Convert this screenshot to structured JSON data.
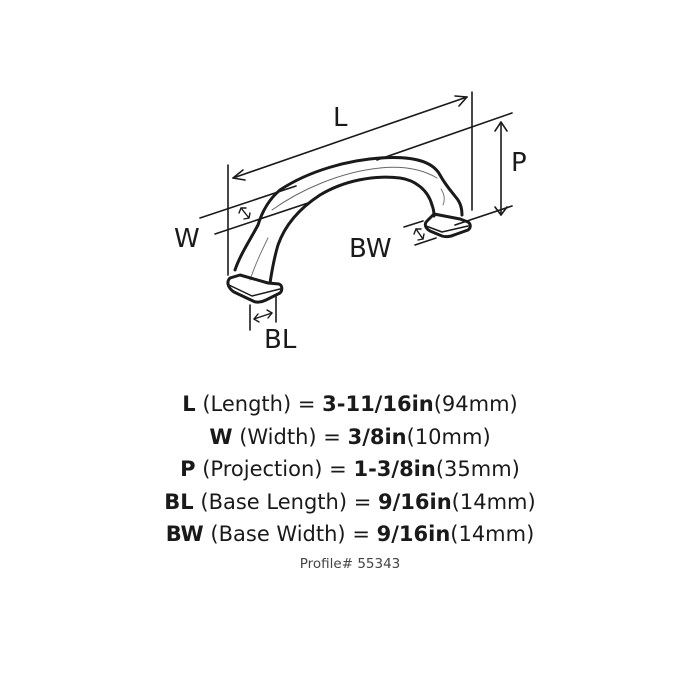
{
  "diagram": {
    "labels": {
      "length": "L",
      "width": "W",
      "projection": "P",
      "base_width": "BW",
      "base_length": "BL"
    }
  },
  "specs": [
    {
      "code": "L",
      "desc": "(Length)",
      "eq": "=",
      "value": "3-11/16in",
      "metric": "(94mm)"
    },
    {
      "code": "W",
      "desc": "(Width)",
      "eq": "=",
      "value": "3/8in",
      "metric": "(10mm)"
    },
    {
      "code": "P",
      "desc": "(Projection)",
      "eq": "=",
      "value": "1-3/8in",
      "metric": "(35mm)"
    },
    {
      "code": "BL",
      "desc": "(Base Length)",
      "eq": "=",
      "value": "9/16in",
      "metric": "(14mm)"
    },
    {
      "code": "BW",
      "desc": "(Base Width)",
      "eq": "=",
      "value": "9/16in",
      "metric": "(14mm)"
    }
  ],
  "profile": "Profile# 55343"
}
